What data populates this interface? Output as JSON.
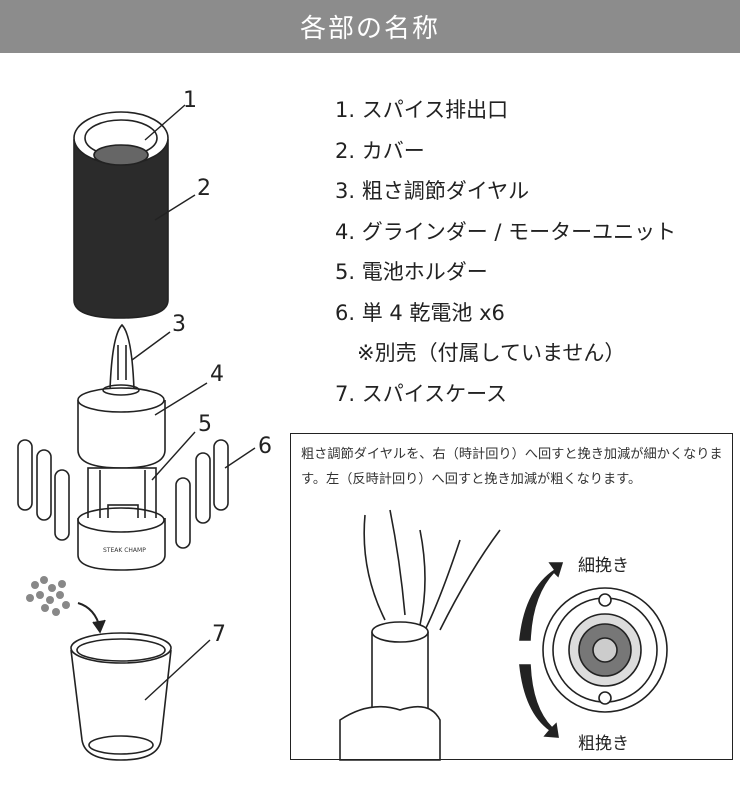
{
  "header": {
    "title": "各部の名称"
  },
  "parts": [
    "1. スパイス排出口",
    "2. カバー",
    "3. 粗さ調節ダイヤル",
    "4. グラインダー / モーターユニット",
    "5. 電池ホルダー",
    "6. 単 4 乾電池 x6",
    "※別売（付属していません）",
    "7. スパイスケース"
  ],
  "callouts": [
    "1",
    "2",
    "3",
    "4",
    "5",
    "6",
    "7"
  ],
  "instruction": {
    "text": "粗さ調節ダイヤルを、右（時計回り）へ回すと挽き加減が細かくなります。左（反時計回り）へ回すと挽き加減が粗くなります。",
    "fine_label": "細挽き",
    "coarse_label": "粗挽き"
  },
  "brand_logo": "STEAK CHAMP",
  "colors": {
    "header_bg": "#8c8c8c",
    "cover": "#2b2b2b"
  }
}
